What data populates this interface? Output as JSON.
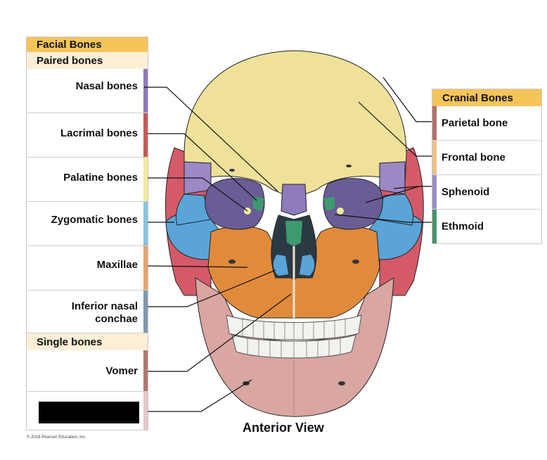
{
  "facial": {
    "title": "Facial Bones",
    "paired_title": "Paired bones",
    "single_title": "Single bones",
    "paired_items": [
      {
        "label": "Nasal bones",
        "color": "#8d7bbd"
      },
      {
        "label": "Lacrimal bones",
        "color": "#c95a55"
      },
      {
        "label": "Palatine bones",
        "color": "#f4eb9a"
      },
      {
        "label": "Zygomatic bones",
        "color": "#86c4e2"
      },
      {
        "label": "Maxillae",
        "color": "#e8a46b"
      },
      {
        "label": "Inferior nasal conchae",
        "label_line1": "Inferior nasal",
        "label_line2": "conchae",
        "color": "#7d9ab1"
      }
    ],
    "single_items": [
      {
        "label": "Vomer",
        "color": "#b47870"
      },
      {
        "label": "",
        "color": "#e8c8c5"
      }
    ]
  },
  "cranial": {
    "title": "Cranial Bones",
    "items": [
      {
        "label": "Parietal bone",
        "color": "#b46f6a"
      },
      {
        "label": "Frontal bone",
        "color": "#eec188"
      },
      {
        "label": "Sphenoid",
        "color": "#9c8fc2"
      },
      {
        "label": "Ethmoid",
        "color": "#47936c"
      }
    ]
  },
  "caption": "Anterior View",
  "copyright": "© 2018 Pearson Education, Inc.",
  "colors": {
    "header_bg": "#f5c55a",
    "subheader_bg": "#fcefd6",
    "frontal": "#efe19a",
    "parietal": "#d45a68",
    "sphenoid": "#9a89c4",
    "zygomatic": "#5aa4d8",
    "maxilla": "#e08a3c",
    "mandible": "#d9a6a1",
    "ethmoid": "#3d9a6e",
    "teeth": "#f2f2ef"
  }
}
